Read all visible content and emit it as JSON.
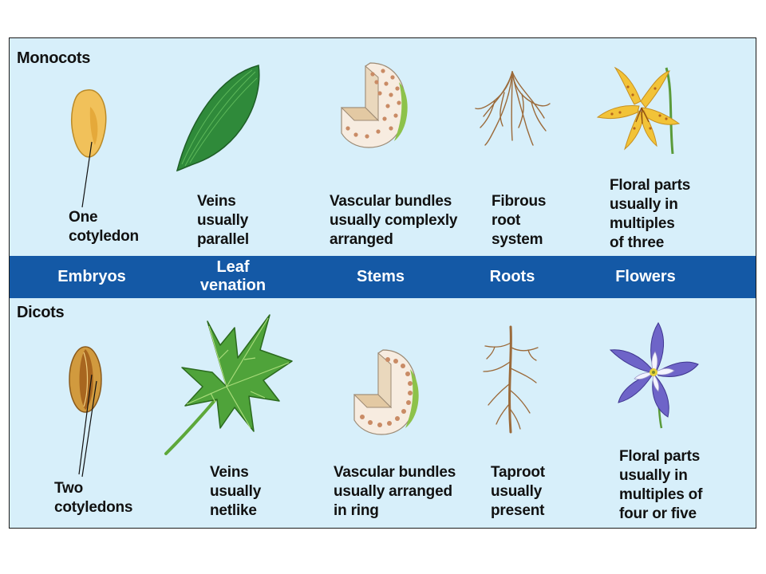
{
  "monocots": {
    "title": "Monocots",
    "embryo": "One\ncotyledon",
    "leaf": "Veins\nusually\nparallel",
    "stem": "Vascular bundles\nusually complexly\narranged",
    "root": "Fibrous\nroot\nsystem",
    "flower": "Floral parts\nusually in\nmultiples\nof three"
  },
  "categories": {
    "embryos": "Embryos",
    "leaf": "Leaf\nvenation",
    "stems": "Stems",
    "roots": "Roots",
    "flowers": "Flowers"
  },
  "dicots": {
    "title": "Dicots",
    "embryo": "Two\ncotyledons",
    "leaf": "Veins\nusually\nnetlike",
    "stem": "Vascular bundles\nusually arranged\nin ring",
    "root": "Taproot\nusually\npresent",
    "flower": "Floral parts\nusually in\nmultiples of\nfour or five"
  },
  "colors": {
    "panel_background": "#d7effa",
    "category_band": "#1459a6"
  }
}
